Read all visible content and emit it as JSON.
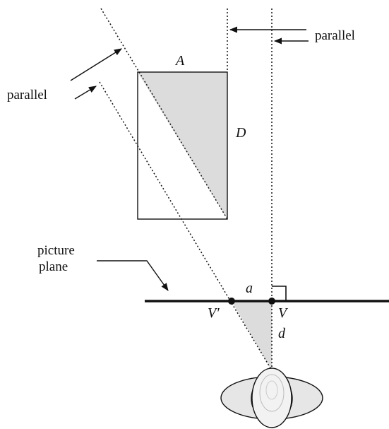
{
  "labels": {
    "parallel_top": "parallel",
    "parallel_left": "parallel",
    "A": "A",
    "D": "D",
    "picture_plane_line1": "picture",
    "picture_plane_line2": "plane",
    "a": "a",
    "V_prime": "V′",
    "V": "V",
    "d": "d"
  },
  "colors": {
    "ink": "#111111",
    "triangle_fill": "#dcdcdc",
    "head_fill": "#e6e6e6"
  }
}
